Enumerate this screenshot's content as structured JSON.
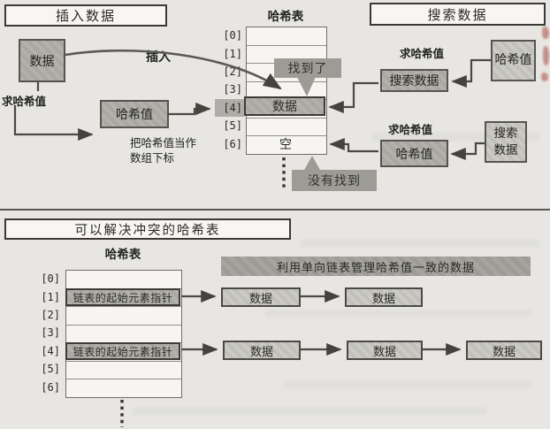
{
  "top_section": {
    "insert_title": "插入数据",
    "search_title": "搜索数据",
    "hash_table_label": "哈希表",
    "data_box_label": "数据",
    "hash_value_label": "哈希值",
    "compute_hash_label": "求哈希值",
    "insert_label": "插入",
    "index_hint_line1": "把哈希值当作",
    "index_hint_line2": "数组下标",
    "found_callout": "找到了",
    "not_found_callout": "没有找到",
    "found_cell": "数据",
    "empty_cell": "空",
    "indices": [
      "[0]",
      "[1]",
      "[2]",
      "[3]",
      "[4]",
      "[5]",
      "[6]"
    ],
    "search_flow_top": {
      "input_box": "哈希值",
      "compute_label": "求哈希值",
      "action_box": "搜索数据"
    },
    "search_flow_bottom": {
      "input_line1": "搜索",
      "input_line2": "数据",
      "compute_label": "求哈希值",
      "action_box": "哈希值"
    }
  },
  "bottom_section": {
    "title": "可以解决冲突的哈希表",
    "hash_table_label": "哈希表",
    "banner": "利用单向链表管理哈希值一致的数据",
    "pointer_cell_label": "链表的起始元素指针",
    "indices": [
      "[0]",
      "[1]",
      "[2]",
      "[3]",
      "[4]",
      "[5]",
      "[6]"
    ],
    "chain_row1": [
      "数据",
      "数据"
    ],
    "chain_row4": [
      "数据",
      "数据",
      "数据"
    ]
  },
  "colors": {
    "page_bg": "#e7e6e2",
    "node_gray": "#aeada7",
    "node_light_gray": "#c6c5bf",
    "callout_gray": "#9c9b95",
    "cell_bg": "#f6f5f1",
    "arrow": "#4a4944",
    "text": "#2b2a26"
  }
}
